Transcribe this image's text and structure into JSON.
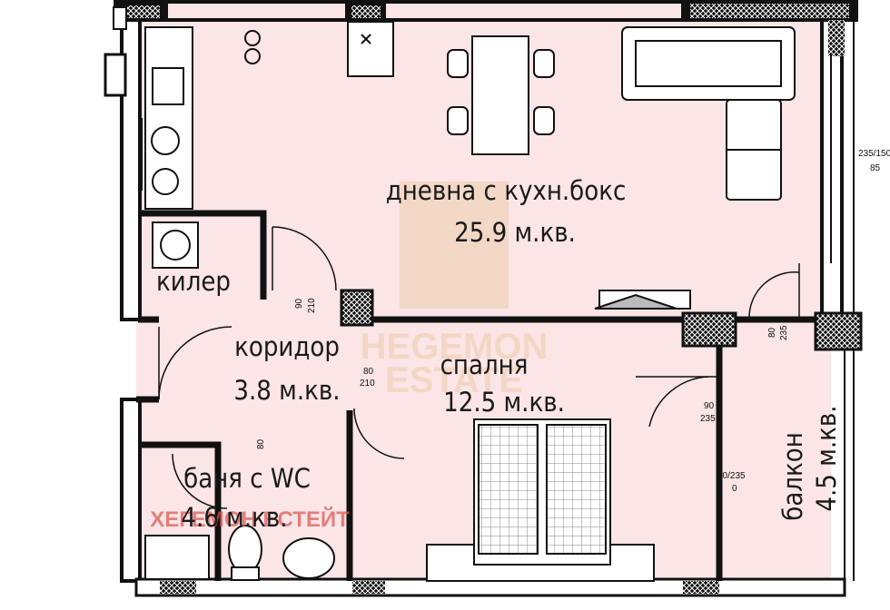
{
  "rooms": {
    "living": {
      "name": "дневна с кухн.бокс",
      "area": "25.9 м.кв."
    },
    "pantry": {
      "name": "килер"
    },
    "corridor": {
      "name": "коридор",
      "area": "3.8 м.кв."
    },
    "bedroom": {
      "name": "спалня",
      "area": "12.5 м.кв."
    },
    "bath": {
      "name": "баня с WC",
      "area": "4.6 м.кв."
    },
    "balcony": {
      "name": "балкон",
      "area": "4.5 м.кв."
    }
  },
  "dimensions": {
    "window_main": "235/150",
    "window_main_sub": "85",
    "door_pantry_w": "90",
    "door_pantry_h": "210",
    "door_bedroom_w": "80",
    "door_bedroom_h": "210",
    "door_balcony_w": "80",
    "door_balcony_h": "235",
    "door_bedroom_balcony_w": "90",
    "door_bedroom_balcony_h": "235",
    "window_bedroom": "90/235",
    "window_bedroom_sub": "0",
    "door_bath": "80"
  },
  "watermarks": {
    "brand_top": "HEGEMON",
    "brand_bottom": "ESTATE",
    "brand_cyr": "ХЕГЕМОН ЕСТЕЙТ"
  },
  "colors": {
    "floor": "#fbe5e6",
    "wall": "#111111",
    "watermark_red": "#d9534f",
    "watermark_gold": "#e6c08a"
  }
}
